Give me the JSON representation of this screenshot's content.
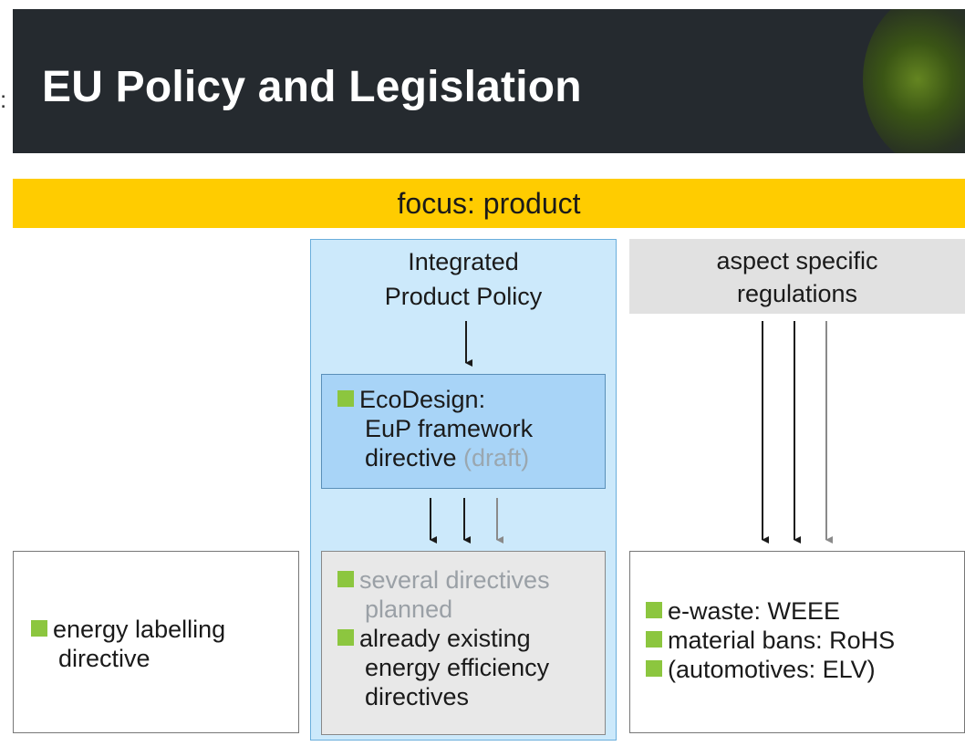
{
  "header": {
    "title": "EU Policy and Legislation",
    "left_mark": ":"
  },
  "focus_bar": {
    "label": "focus: product"
  },
  "ipp": {
    "title_line1": "Integrated",
    "title_line2": "Product Policy"
  },
  "ecodesign": {
    "line1": "EcoDesign:",
    "line2": "EuP framework",
    "line3": "directive",
    "line3_suffix": " (draft)"
  },
  "planned": {
    "item1_line1": "several directives",
    "item1_line2": "planned",
    "item2_line1": "already existing",
    "item2_line2": "energy efficiency",
    "item2_line3": "directives"
  },
  "aspect": {
    "header_line1": "aspect specific",
    "header_line2": "regulations",
    "item1": "e-waste: WEEE",
    "item2": "material bans: RoHS",
    "item3": "(automotives: ELV)"
  },
  "energy": {
    "line1": "energy labelling",
    "line2": "directive"
  },
  "colors": {
    "header_bg": "#252a2f",
    "focus_bar": "#ffcc00",
    "ipp_column": "#cce9fb",
    "ecodesign_box": "#a8d4f7",
    "bullet": "#8cc63f",
    "arrow_dark": "#1a1a1a",
    "arrow_grey": "#8a8a8a"
  }
}
